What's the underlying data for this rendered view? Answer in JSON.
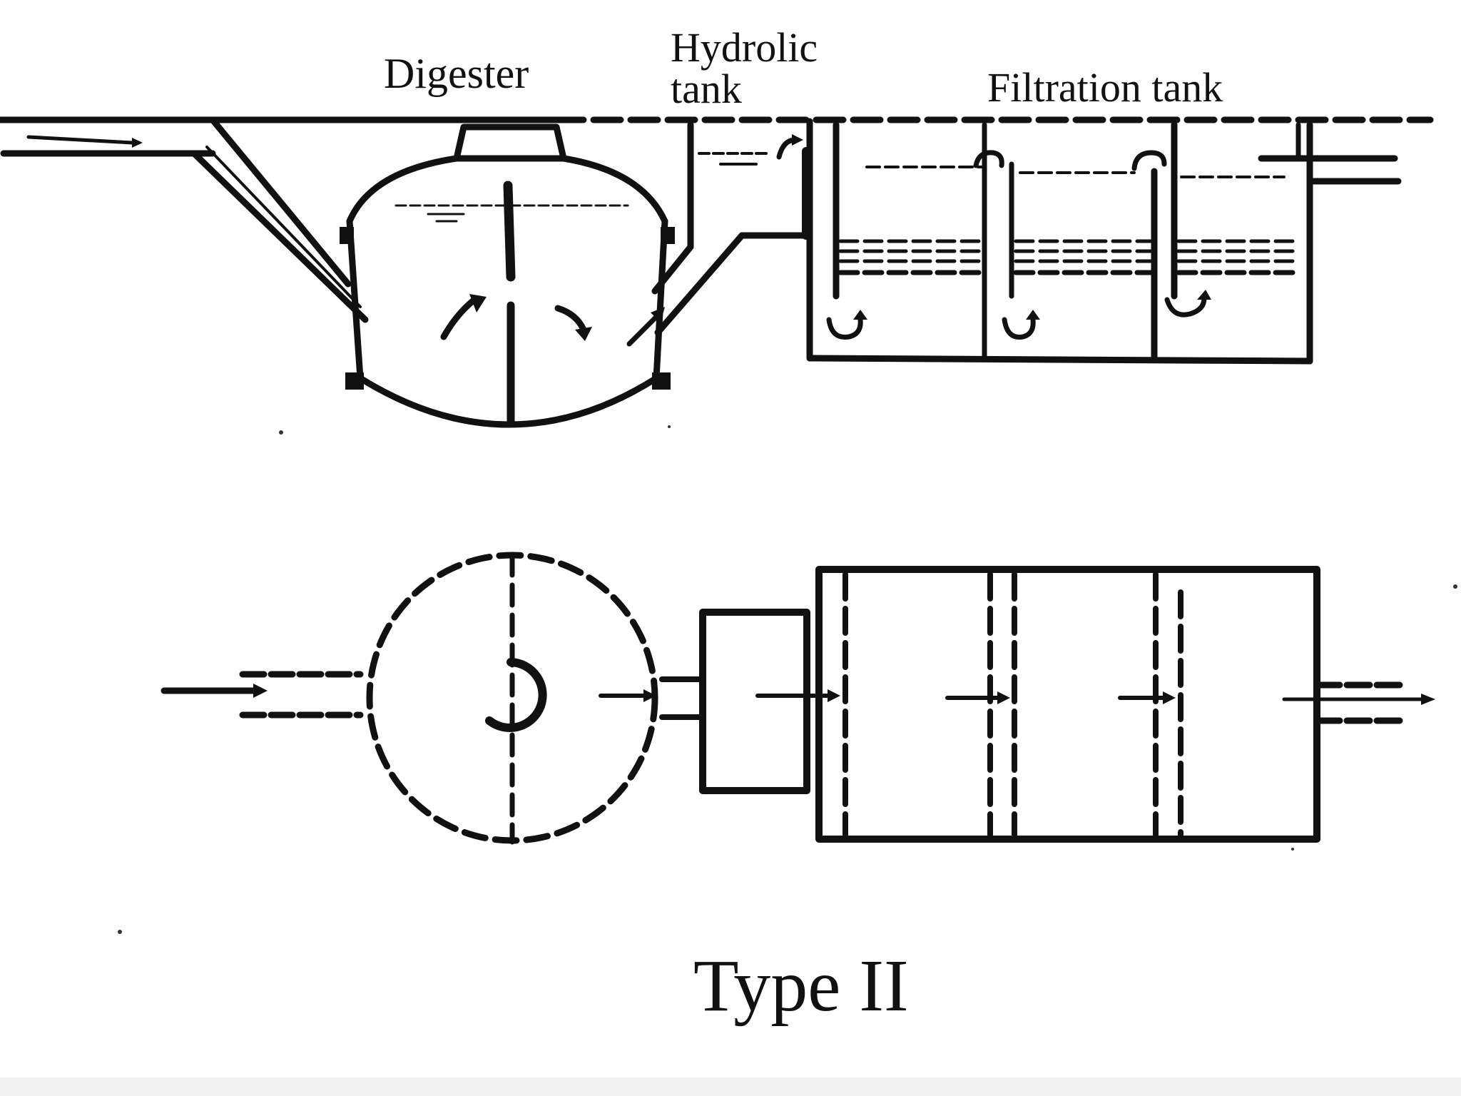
{
  "labels": {
    "digester": "Digester",
    "hydrolic_line1": "Hydrolic",
    "hydrolic_line2": "tank",
    "filtration": "Filtration tank",
    "type": "Type II"
  },
  "colors": {
    "ink": "#111111",
    "paper": "#ffffff"
  }
}
